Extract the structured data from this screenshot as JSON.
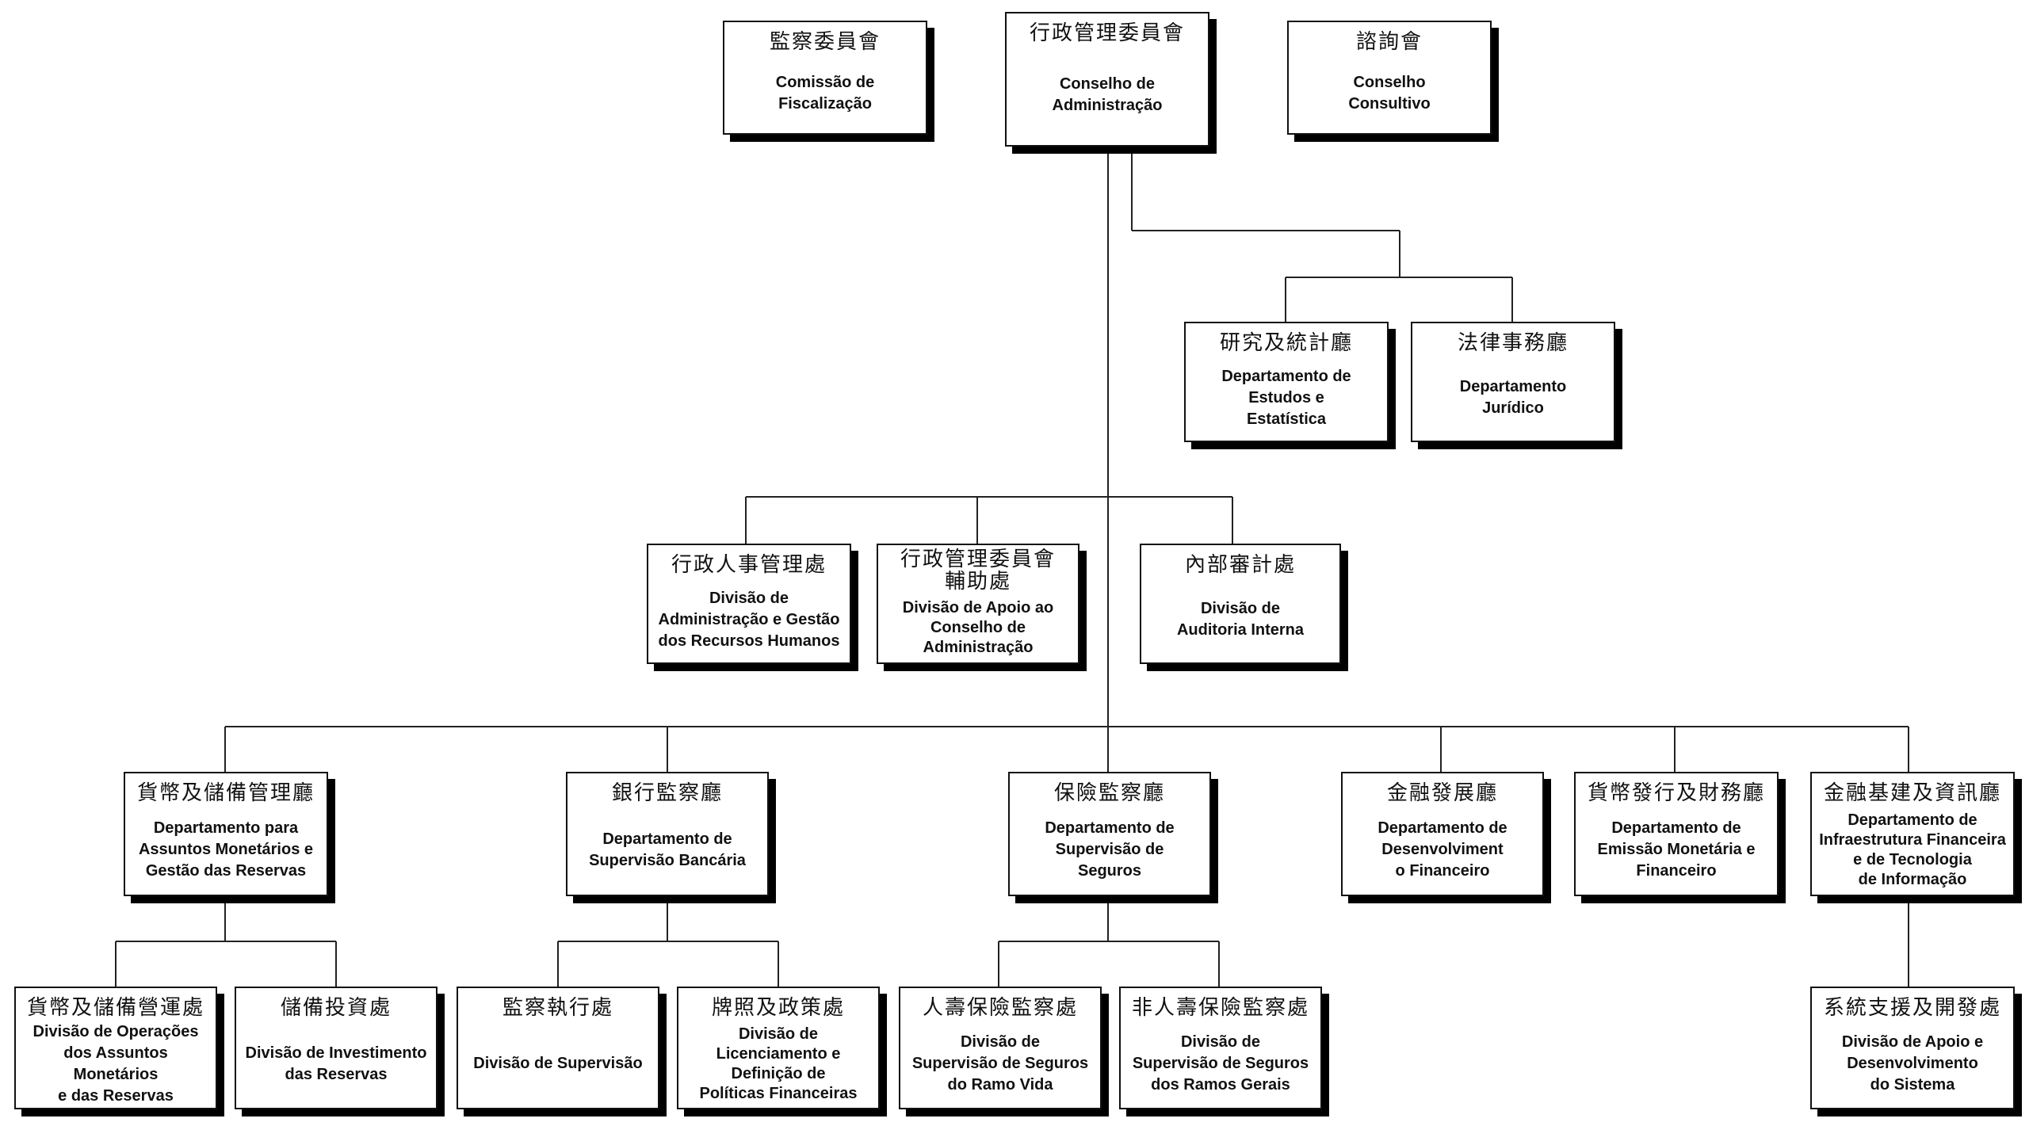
{
  "nodes": [
    {
      "id": "fiscal",
      "zh": "監察委員會",
      "pt": "Comissão de\nFiscalização"
    },
    {
      "id": "admin",
      "zh": "行政管理委員會",
      "pt": "Conselho de\nAdministração"
    },
    {
      "id": "consult",
      "zh": "諮詢會",
      "pt": "Conselho\nConsultivo"
    },
    {
      "id": "estudos",
      "zh": "研究及統計廳",
      "pt": "Departamento de\nEstudos e\nEstatística"
    },
    {
      "id": "juridico",
      "zh": "法律事務廳",
      "pt": "Departamento\nJurídico"
    },
    {
      "id": "rh",
      "zh": "行政人事管理處",
      "pt": "Divisão de\nAdministração e Gestão\ndos Recursos Humanos"
    },
    {
      "id": "apoio_ca",
      "zh": "行政管理委員會\n輔助處",
      "pt": "Divisão de Apoio ao\nConselho de\nAdministração"
    },
    {
      "id": "auditoria",
      "zh": "內部審計處",
      "pt": "Divisão de\nAuditoria Interna"
    },
    {
      "id": "monetarios",
      "zh": "貨幣及儲備管理廳",
      "pt": "Departamento para\nAssuntos Monetários e\nGestão das Reservas"
    },
    {
      "id": "bancaria",
      "zh": "銀行監察廳",
      "pt": "Departamento de\nSupervisão Bancária"
    },
    {
      "id": "seguros",
      "zh": "保險監察廳",
      "pt": "Departamento de\nSupervisão de\nSeguros"
    },
    {
      "id": "desenv",
      "zh": "金融發展廳",
      "pt": "Departamento de\nDesenvolviment\no Financeiro"
    },
    {
      "id": "emissao",
      "zh": "貨幣發行及財務廳",
      "pt": "Departamento de\nEmissão Monetária e\nFinanceiro"
    },
    {
      "id": "infra",
      "zh": "金融基建及資訊廳",
      "pt": "Departamento de\nInfraestrutura Financeira\ne de Tecnologia\nde Informação"
    },
    {
      "id": "operacoes",
      "zh": "貨幣及儲備營運處",
      "pt": "Divisão de Operações\ndos Assuntos Monetários\ne das Reservas"
    },
    {
      "id": "investimento",
      "zh": "儲備投資處",
      "pt": "Divisão de Investimento\ndas Reservas"
    },
    {
      "id": "supervisao",
      "zh": "監察執行處",
      "pt": "Divisão de Supervisão"
    },
    {
      "id": "licenciamento",
      "zh": "牌照及政策處",
      "pt": "Divisão de\nLicenciamento e\nDefinição de\nPolíticas Financeiras"
    },
    {
      "id": "vida",
      "zh": "人壽保險監察處",
      "pt": "Divisão de\nSupervisão de Seguros\ndo Ramo Vida"
    },
    {
      "id": "gerais",
      "zh": "非人壽保險監察處",
      "pt": "Divisão de\nSupervisão de Seguros\ndos Ramos Gerais"
    },
    {
      "id": "sistema",
      "zh": "系統支援及開發處",
      "pt": "Divisão de Apoio e\nDesenvolvimento\ndo Sistema"
    }
  ]
}
